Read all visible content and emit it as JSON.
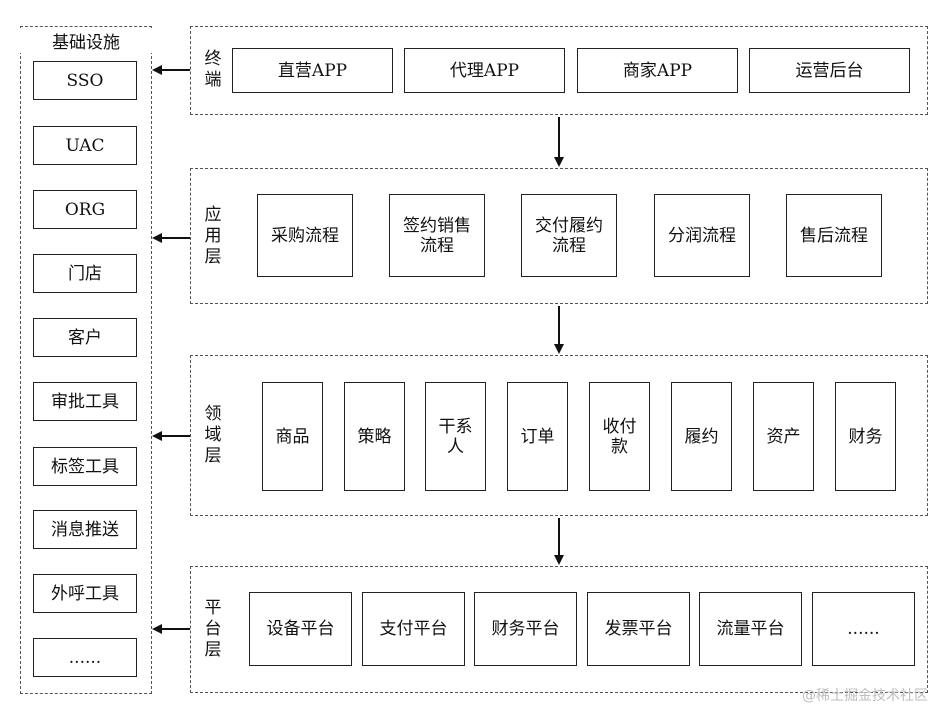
{
  "infrastructure": {
    "title": "基础设施",
    "items": [
      "SSO",
      "UAC",
      "ORG",
      "门店",
      "客户",
      "审批工具",
      "标签工具",
      "消息推送",
      "外呼工具",
      "......"
    ]
  },
  "layers": [
    {
      "label": "终\n端",
      "items": [
        "直营APP",
        "代理APP",
        "商家APP",
        "运营后台"
      ]
    },
    {
      "label": "应\n用\n层",
      "items": [
        "采购流程",
        "签约销售\n流程",
        "交付履约\n流程",
        "分润流程",
        "售后流程"
      ]
    },
    {
      "label": "领\n域\n层",
      "items": [
        "商品",
        "策略",
        "干系\n人",
        "订单",
        "收付\n款",
        "履约",
        "资产",
        "财务"
      ]
    },
    {
      "label": "平\n台\n层",
      "items": [
        "设备平台",
        "支付平台",
        "财务平台",
        "发票平台",
        "流量平台",
        "......"
      ]
    }
  ],
  "watermark": "@稀土掘金技术社区"
}
